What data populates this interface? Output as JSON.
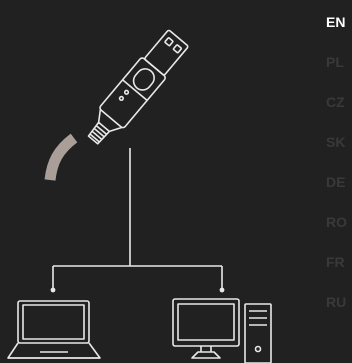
{
  "colors": {
    "background": "#222122",
    "line": "#e8e8e8",
    "cable": "#a99f98",
    "lang_active": "#ffffff",
    "lang_inactive": "#3a3839"
  },
  "illustration": {
    "connector_icon": "usb-connector-icon",
    "devices": [
      {
        "name": "laptop",
        "icon": "laptop-icon"
      },
      {
        "name": "desktop",
        "icon": "desktop-computer-icon"
      }
    ]
  },
  "languages": [
    {
      "code": "EN",
      "active": true
    },
    {
      "code": "PL",
      "active": false
    },
    {
      "code": "CZ",
      "active": false
    },
    {
      "code": "SK",
      "active": false
    },
    {
      "code": "DE",
      "active": false
    },
    {
      "code": "RO",
      "active": false
    },
    {
      "code": "FR",
      "active": false
    },
    {
      "code": "RU",
      "active": false
    }
  ]
}
